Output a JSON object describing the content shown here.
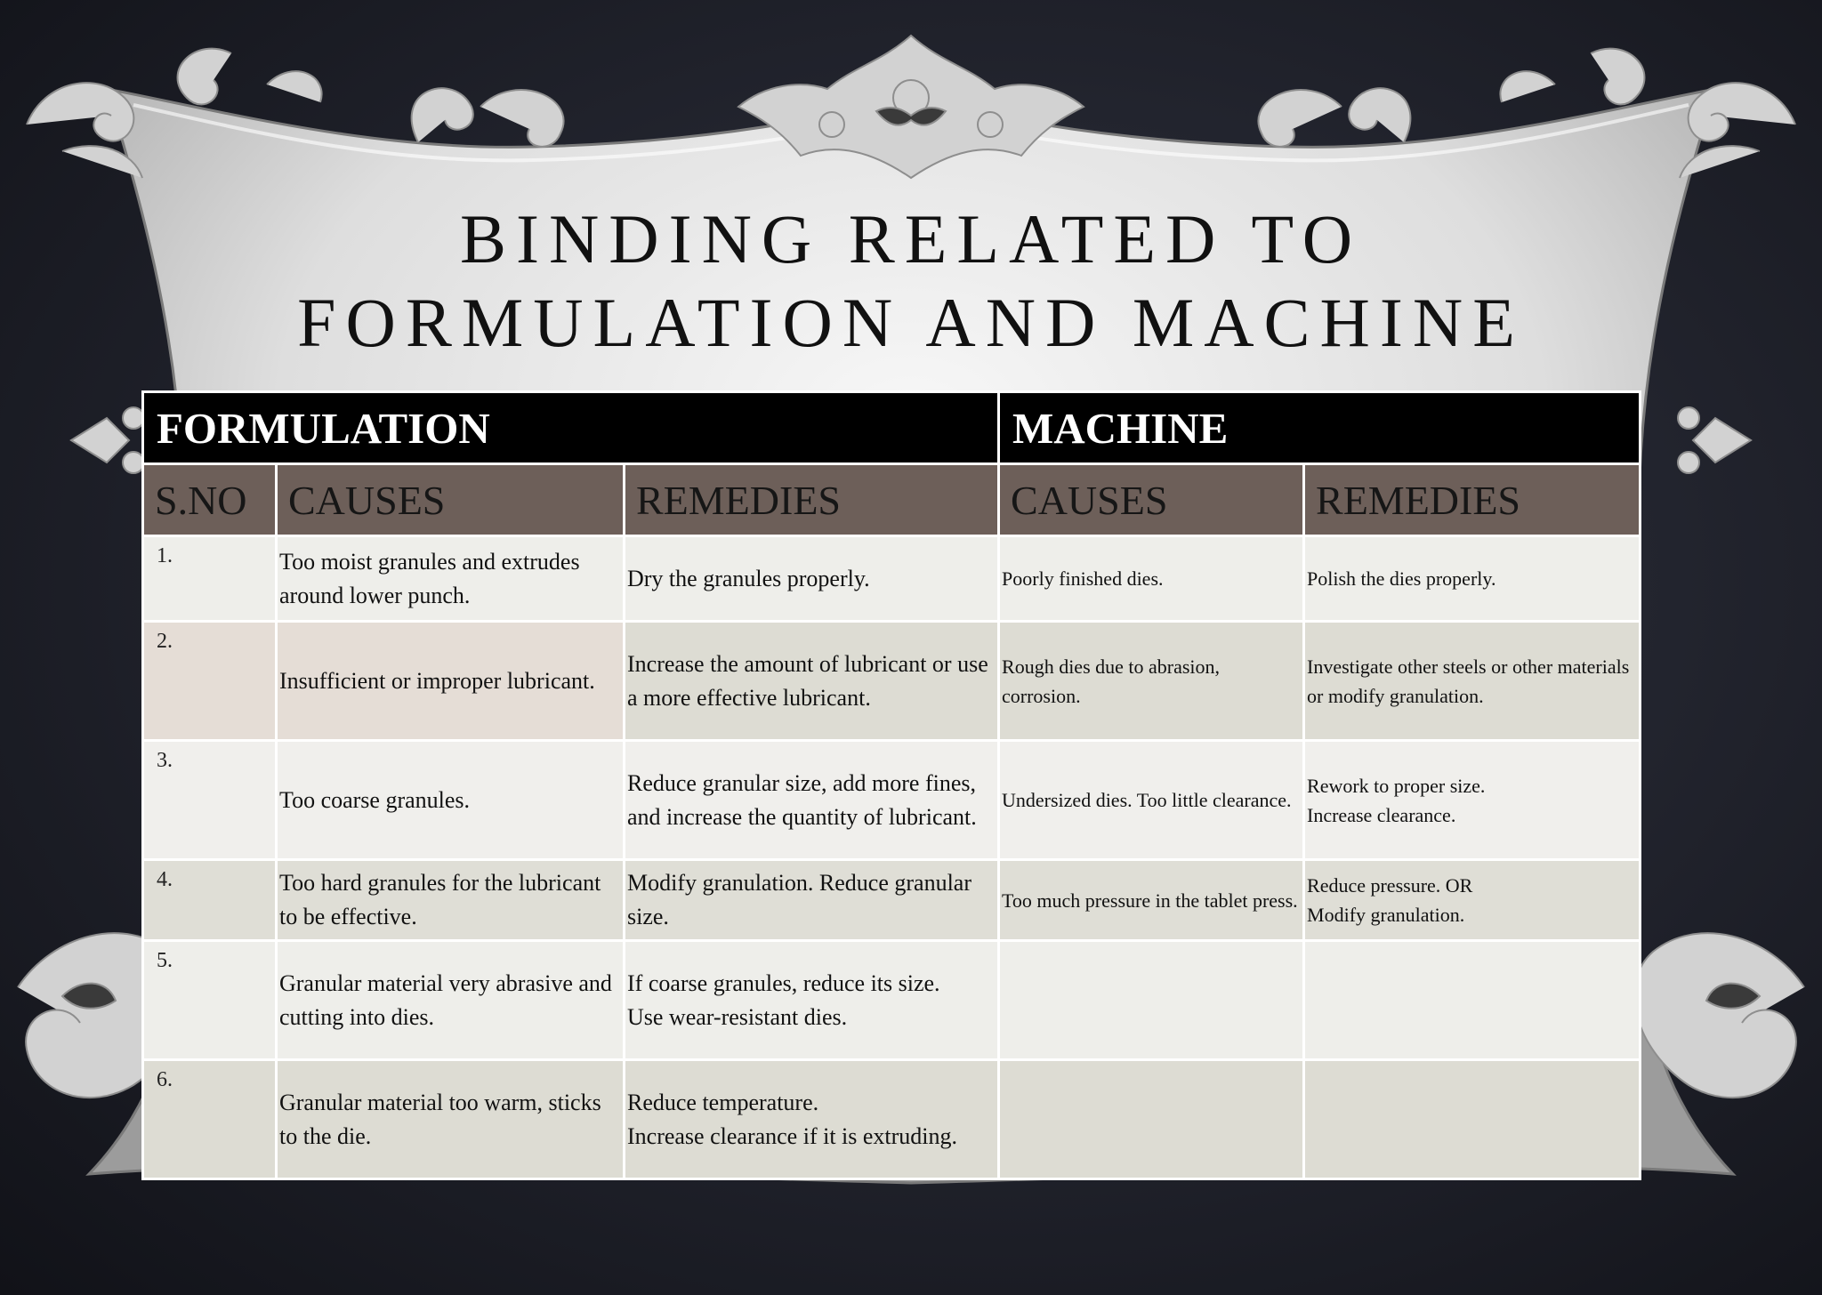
{
  "title": {
    "line1": "BINDING RELATED TO",
    "line2": "FORMULATION AND MACHINE"
  },
  "table": {
    "group_headers": {
      "formulation": "FORMULATION",
      "machine": "MACHINE"
    },
    "columns": {
      "sno": "S.NO",
      "f_causes": "CAUSES",
      "f_remedies": "REMEDIES",
      "m_causes": "CAUSES",
      "m_remedies": "REMEDIES"
    },
    "rows": [
      {
        "sno": "1.",
        "f_cause": "Too moist granules and extrudes around lower punch.",
        "f_remedy": "Dry the granules properly.",
        "m_cause": "Poorly finished dies.",
        "m_remedy": "Polish the dies properly."
      },
      {
        "sno": "2.",
        "f_cause": "Insufficient or improper lubricant.",
        "f_remedy": "Increase the amount of lubricant or use a more effective lubricant.",
        "m_cause": "Rough dies due to abrasion, corrosion.",
        "m_remedy": "Investigate other steels or other materials or modify granulation."
      },
      {
        "sno": "3.",
        "f_cause": "Too coarse granules.",
        "f_remedy": "Reduce granular size, add more fines, and increase the quantity of lubricant.",
        "m_cause": "Undersized dies. Too little clearance.",
        "m_remedy": "Rework to proper size.\nIncrease clearance."
      },
      {
        "sno": "4.",
        "f_cause": "Too hard granules for the lubricant to be effective.",
        "f_remedy": "Modify granulation. Reduce granular size.",
        "m_cause": "Too much pressure in the tablet press.",
        "m_remedy": "Reduce pressure. OR\nModify granulation."
      },
      {
        "sno": "5.",
        "f_cause": "Granular material very abrasive and cutting into dies.",
        "f_remedy": "If coarse granules, reduce its size.\nUse wear-resistant dies.",
        "m_cause": "",
        "m_remedy": ""
      },
      {
        "sno": "6.",
        "f_cause": "Granular material too warm, sticks to the die.",
        "f_remedy": "Reduce temperature.\nIncrease clearance if it is extruding.",
        "m_cause": "",
        "m_remedy": ""
      }
    ]
  }
}
